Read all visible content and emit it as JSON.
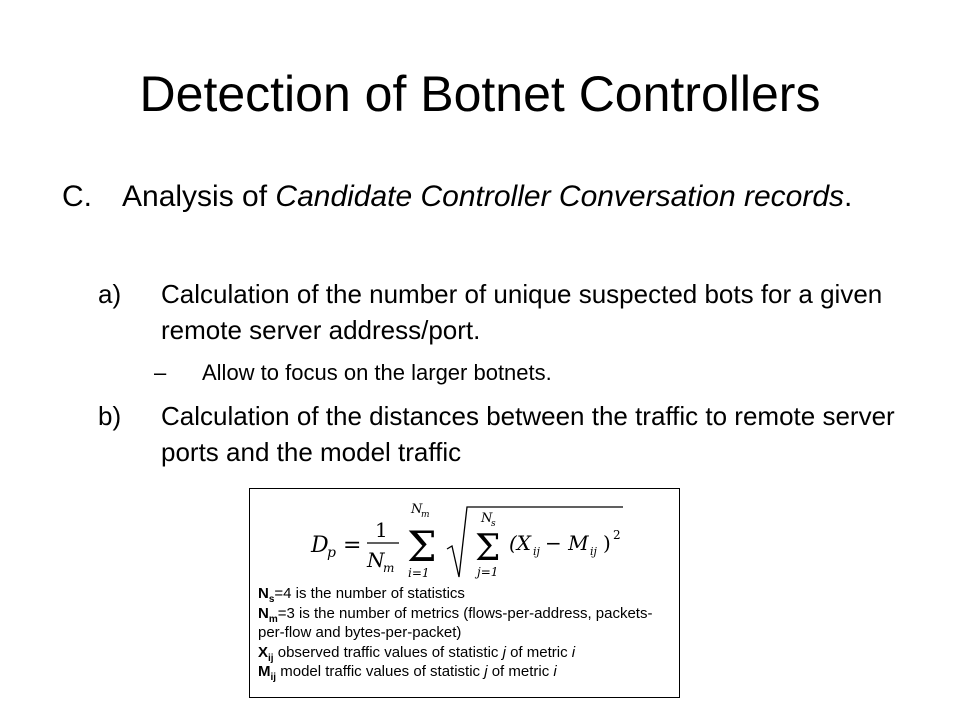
{
  "title": "Detection of Botnet Controllers",
  "section": {
    "label": "C.",
    "text_prefix": "Analysis of ",
    "text_italic": "Candidate Controller Conversation records",
    "text_suffix": "."
  },
  "items": [
    {
      "label": "a)",
      "text": "Calculation of the number of unique suspected bots for a given remote server address/port.",
      "sub_label": "–",
      "sub_text": "Allow to focus on the larger botnets."
    },
    {
      "label": "b)",
      "text": "Calculation of the distances between the traffic to remote server ports and the model traffic"
    }
  ],
  "formula": {
    "lhs": "D",
    "lhs_sub": "p",
    "equals": "=",
    "numerator": "1",
    "denominator": "N",
    "denominator_sub": "m",
    "outer_sum_top": "N",
    "outer_sum_top_sub": "m",
    "outer_sum_bottom": "i=1",
    "inner_sum_top": "N",
    "inner_sum_top_sub": "s",
    "inner_sum_bottom": "j=1",
    "sigma": "Σ",
    "term": "(X",
    "term_sub1": "ij",
    "term_mid": " − M",
    "term_sub2": "ij",
    "term_end": ")",
    "power": "2"
  },
  "definitions": [
    {
      "sym": "N",
      "sub": "s",
      "text": "=4 is the number of statistics"
    },
    {
      "sym": "N",
      "sub": "m",
      "text": "=3 is the number of metrics (flows-per-address, packets-per-flow and bytes-per-packet)"
    },
    {
      "sym": "X",
      "sub": "ij",
      "text_a": " observed traffic values of statistic ",
      "var1": "j",
      "text_b": " of metric ",
      "var2": "i"
    },
    {
      "sym": "M",
      "sub": "ij",
      "text_a": " model traffic values of statistic ",
      "var1": "j",
      "text_b": " of metric ",
      "var2": "i"
    }
  ]
}
